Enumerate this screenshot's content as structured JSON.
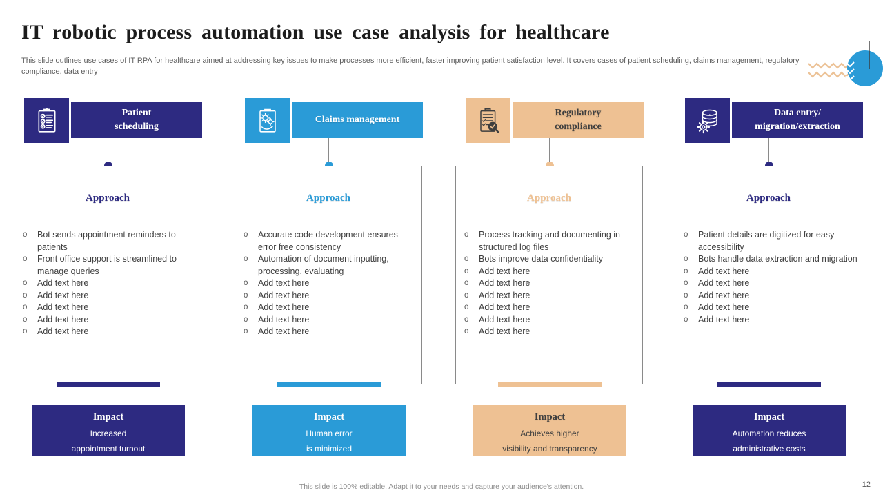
{
  "slide": {
    "title": "IT robotic process automation use case analysis for healthcare",
    "subtitle": "This slide outlines use cases of IT RPA for healthcare aimed at addressing key issues to make processes more efficient, faster improving patient satisfaction level. It covers cases of patient scheduling, claims management, regulatory compliance, data entry",
    "footer_note": "This slide is 100% editable.  Adapt it to your needs and capture your audience's attention.",
    "page_number": "12"
  },
  "colors": {
    "dark_blue": "#2d2a81",
    "light_blue": "#2a9bd7",
    "tan": "#eec193",
    "dark_text": "#3f3f3f",
    "white": "#ffffff"
  },
  "bullet_marker": "o",
  "columns": [
    {
      "id": "patient-scheduling",
      "title_lines": [
        "Patient",
        "scheduling"
      ],
      "icon": "clipboard-checklist-icon",
      "accent": "#2d2a81",
      "text_color": "#ffffff",
      "approach_label": "Approach",
      "bullets": [
        "Bot sends appointment reminders to patients",
        "Front office support is streamlined to manage queries",
        "Add text here",
        "Add text here",
        "Add text here",
        "Add text here",
        "Add text here"
      ],
      "impact_label": "Impact",
      "impact_lines": [
        "Increased",
        "appointment turnout"
      ]
    },
    {
      "id": "claims-management",
      "title_lines": [
        "Claims management"
      ],
      "icon": "clipboard-gears-icon",
      "accent": "#2a9bd7",
      "text_color": "#ffffff",
      "approach_label": "Approach",
      "bullets": [
        "Accurate code development ensures error free consistency",
        "Automation of document inputting, processing, evaluating",
        "Add text here",
        "Add text here",
        "Add text here",
        "Add text here",
        "Add text here"
      ],
      "impact_label": "Impact",
      "impact_lines": [
        "Human error",
        "is minimized"
      ]
    },
    {
      "id": "regulatory-compliance",
      "title_lines": [
        "Regulatory",
        "compliance"
      ],
      "icon": "document-verified-icon",
      "accent": "#eec193",
      "text_color": "#3f3f3f",
      "approach_label": "Approach",
      "bullets": [
        "Process tracking and documenting in structured log files",
        "Bots improve data confidentiality",
        "Add text here",
        "Add text here",
        "Add text here",
        "Add text here",
        "Add text here",
        "Add text here"
      ],
      "impact_label": "Impact",
      "impact_lines": [
        "Achieves higher",
        "visibility and transparency"
      ]
    },
    {
      "id": "data-entry-migration",
      "title_lines": [
        "Data entry/",
        "migration/extraction"
      ],
      "icon": "database-gear-icon",
      "accent": "#2d2a81",
      "text_color": "#ffffff",
      "approach_label": "Approach",
      "bullets": [
        "Patient details are digitized for easy accessibility",
        "Bots handle data extraction and migration",
        "Add text here",
        "Add text here",
        "Add text here",
        "Add text here",
        "Add text here"
      ],
      "impact_label": "Impact",
      "impact_lines": [
        "Automation reduces",
        "administrative costs"
      ]
    }
  ]
}
